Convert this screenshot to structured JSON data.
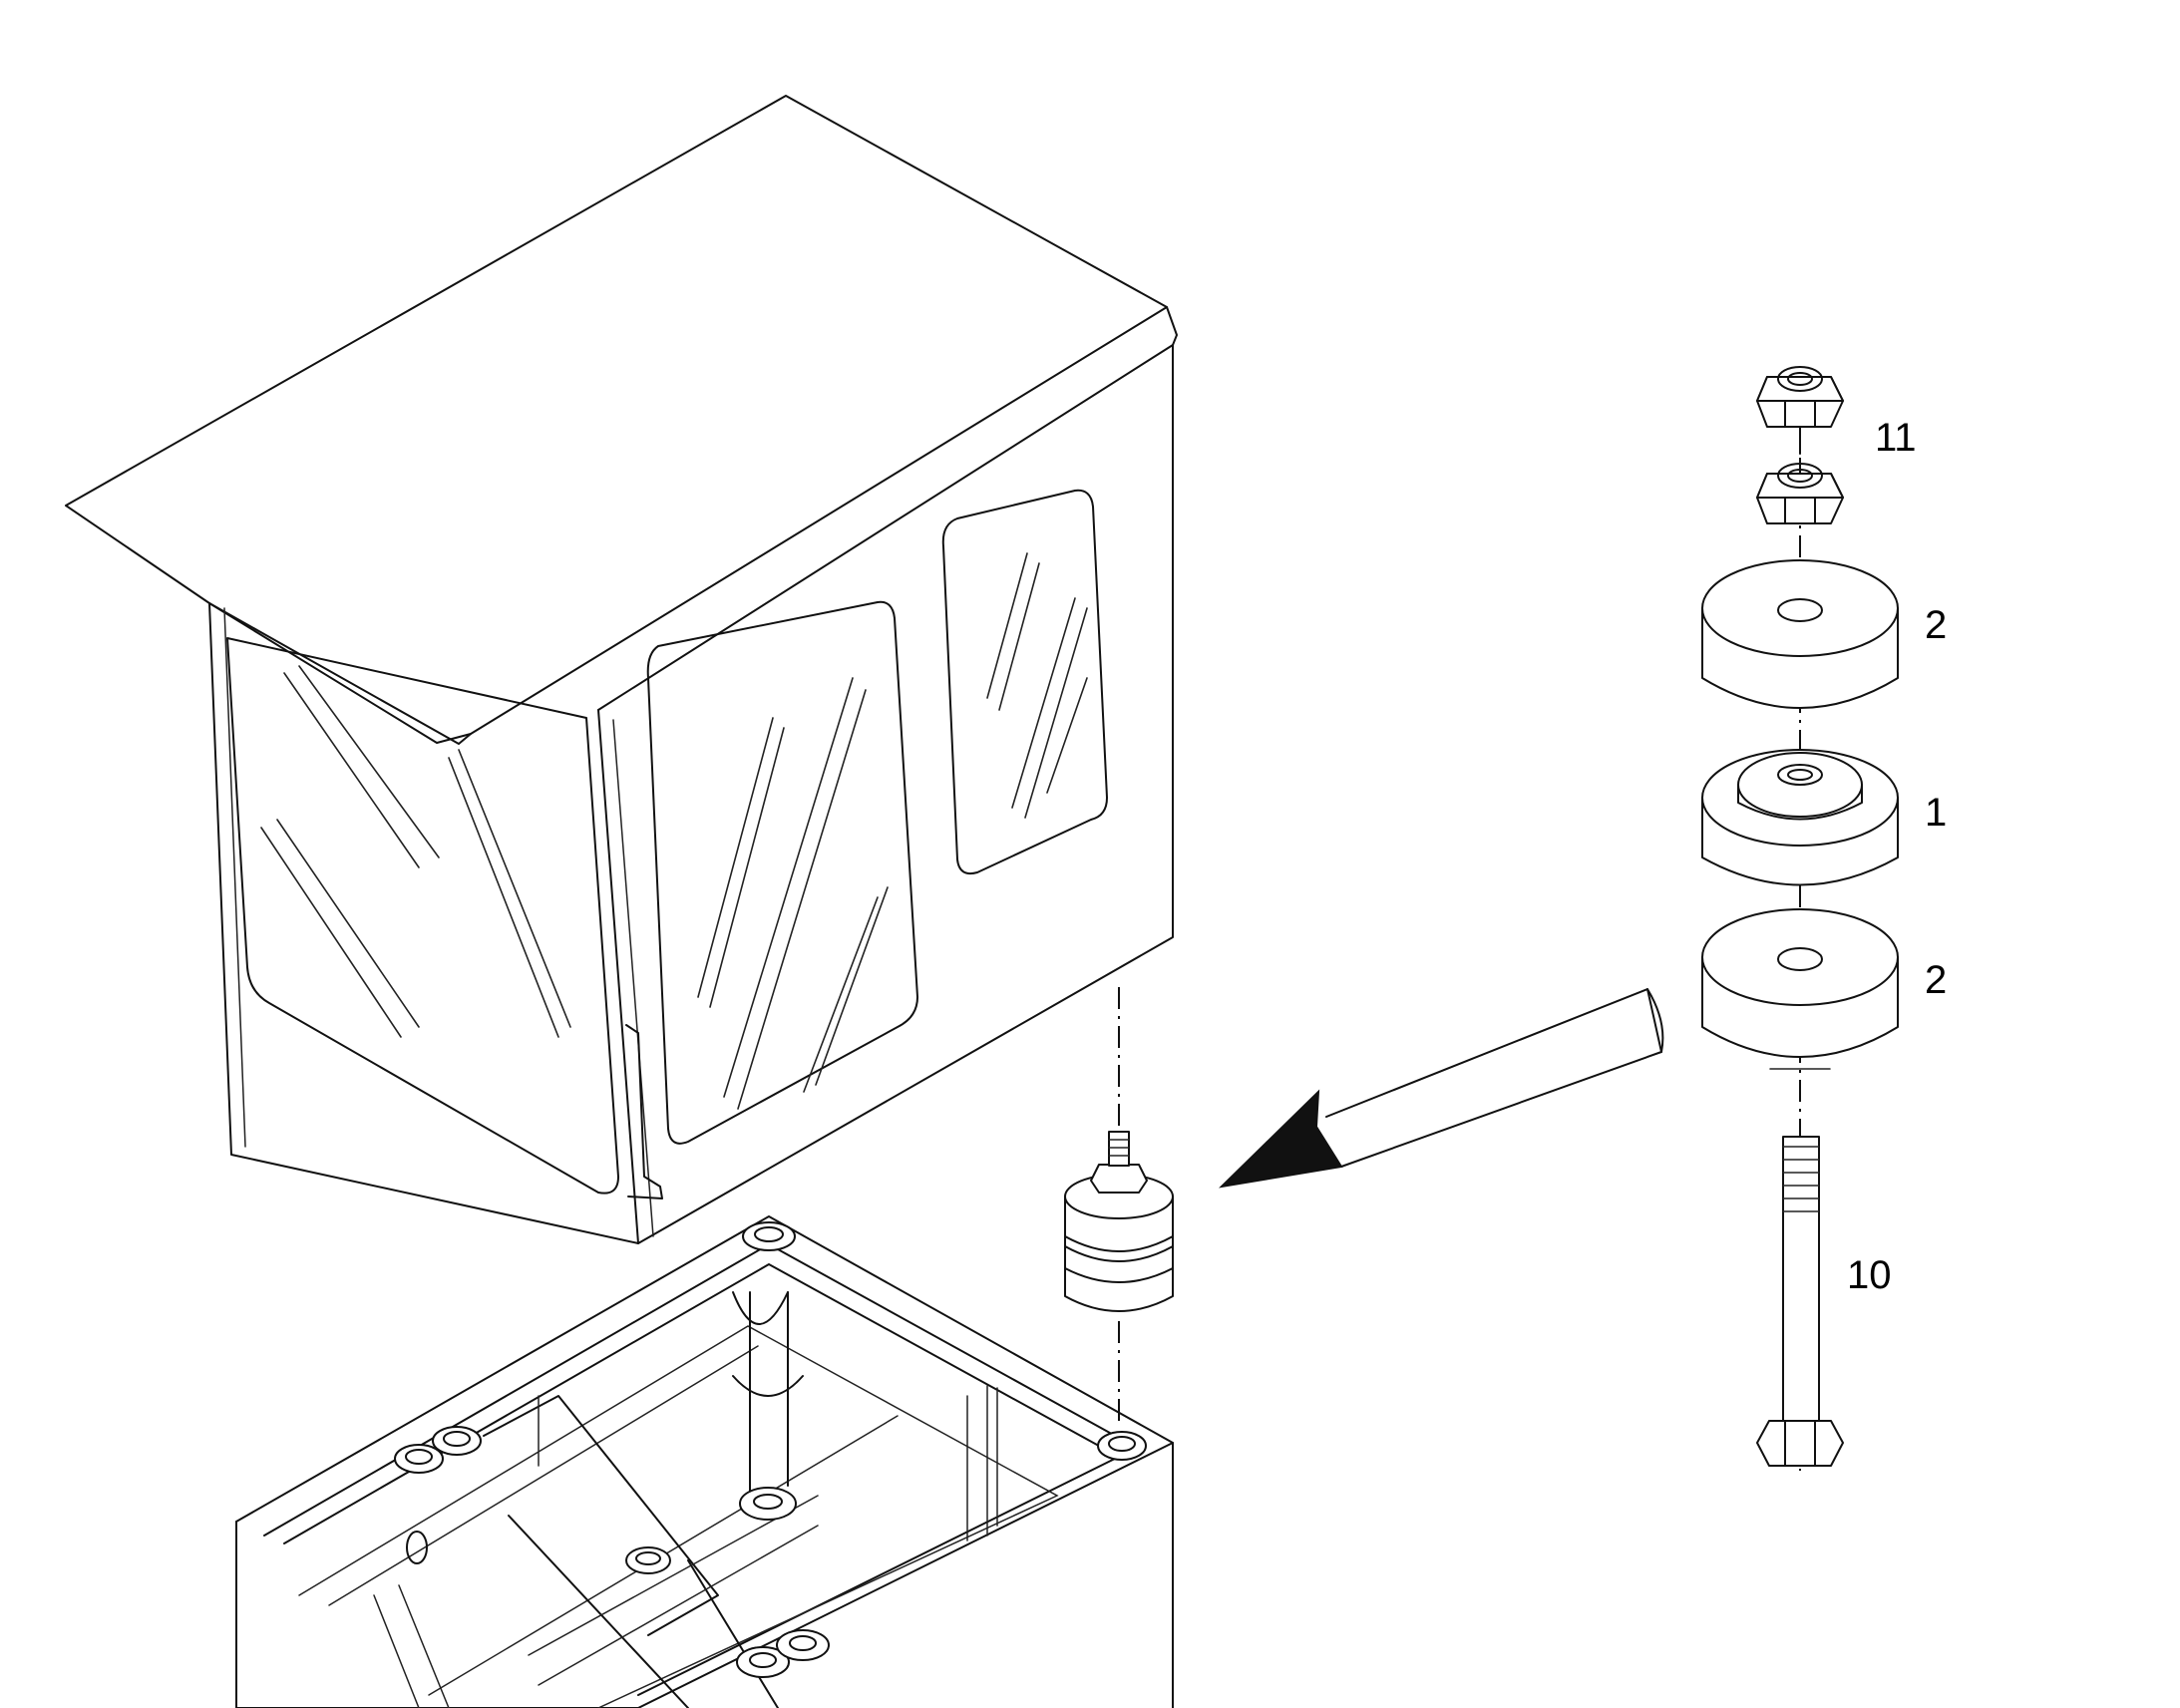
{
  "diagram": {
    "callouts": [
      {
        "id": "nut",
        "label": "11"
      },
      {
        "id": "upper-washer",
        "label": "2"
      },
      {
        "id": "isolator",
        "label": "1"
      },
      {
        "id": "lower-washer",
        "label": "2"
      },
      {
        "id": "bolt",
        "label": "10"
      }
    ]
  }
}
